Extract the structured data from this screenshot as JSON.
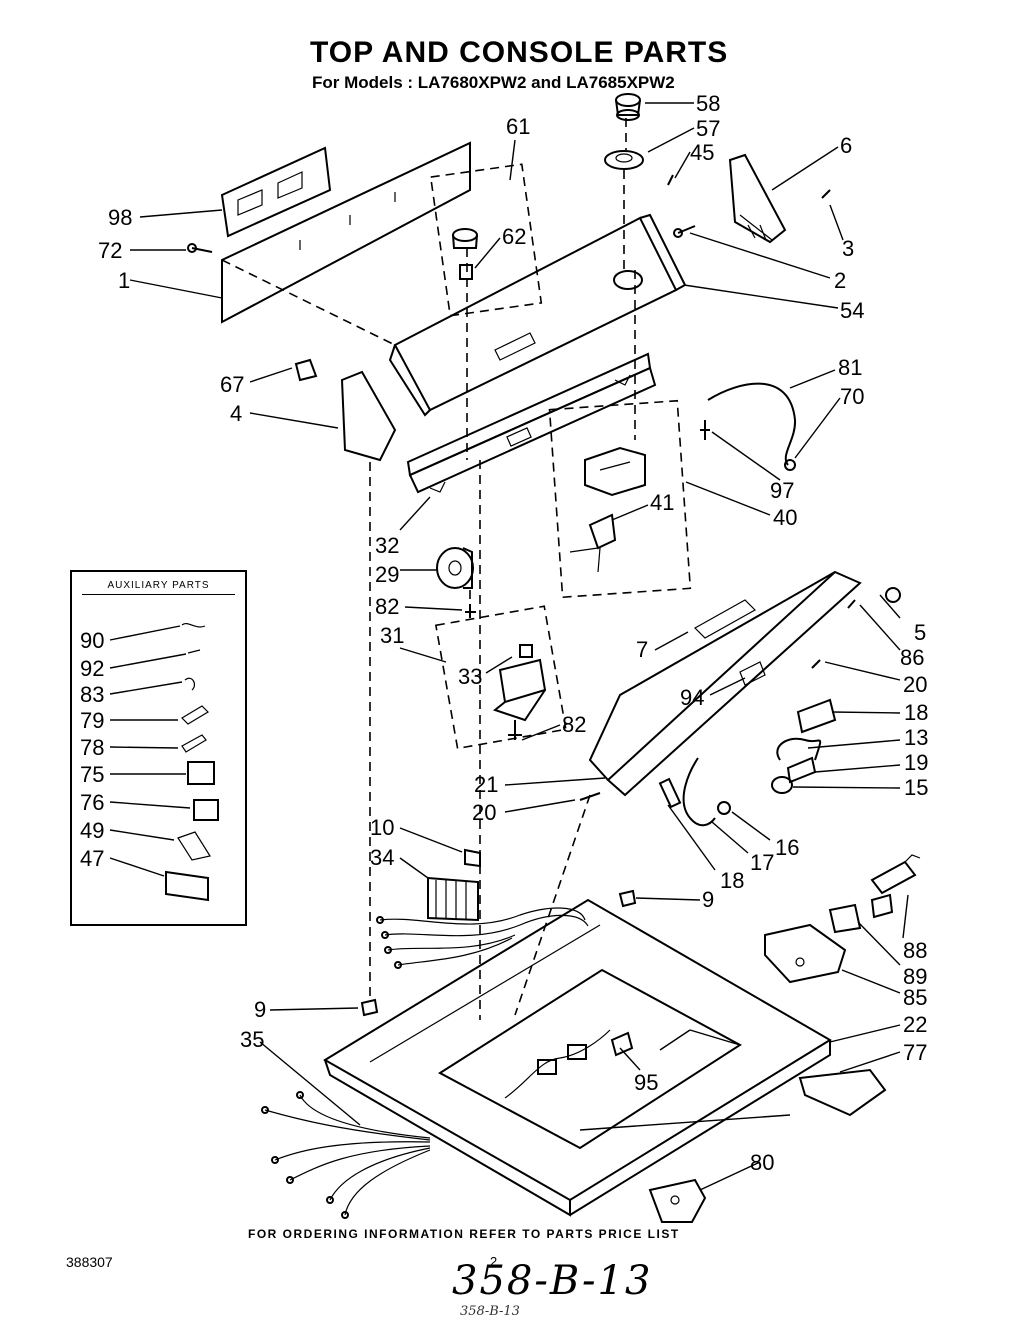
{
  "title": "TOP AND CONSOLE PARTS",
  "subtitle": "For Models : LA7680XPW2 and LA7685XPW2",
  "auxiliary_title": "AUXILIARY PARTS",
  "footer": "FOR ORDERING INFORMATION REFER TO PARTS PRICE LIST",
  "doc_number": "388307",
  "page_number": "2",
  "handwritten_code": "358-B-13",
  "handwritten_code_small": "358-B-13",
  "callouts": [
    "58",
    "57",
    "45",
    "6",
    "3",
    "2",
    "54",
    "61",
    "62",
    "98",
    "72",
    "1",
    "67",
    "4",
    "81",
    "70",
    "97",
    "41",
    "40",
    "32",
    "29",
    "82",
    "31",
    "33",
    "82",
    "5",
    "86",
    "7",
    "20",
    "94",
    "18",
    "13",
    "19",
    "15",
    "21",
    "20",
    "16",
    "17",
    "18",
    "10",
    "34",
    "9",
    "88",
    "89",
    "85",
    "9",
    "22",
    "77",
    "35",
    "95",
    "80"
  ],
  "aux_callouts": [
    "90",
    "92",
    "83",
    "79",
    "78",
    "75",
    "76",
    "49",
    "47"
  ]
}
